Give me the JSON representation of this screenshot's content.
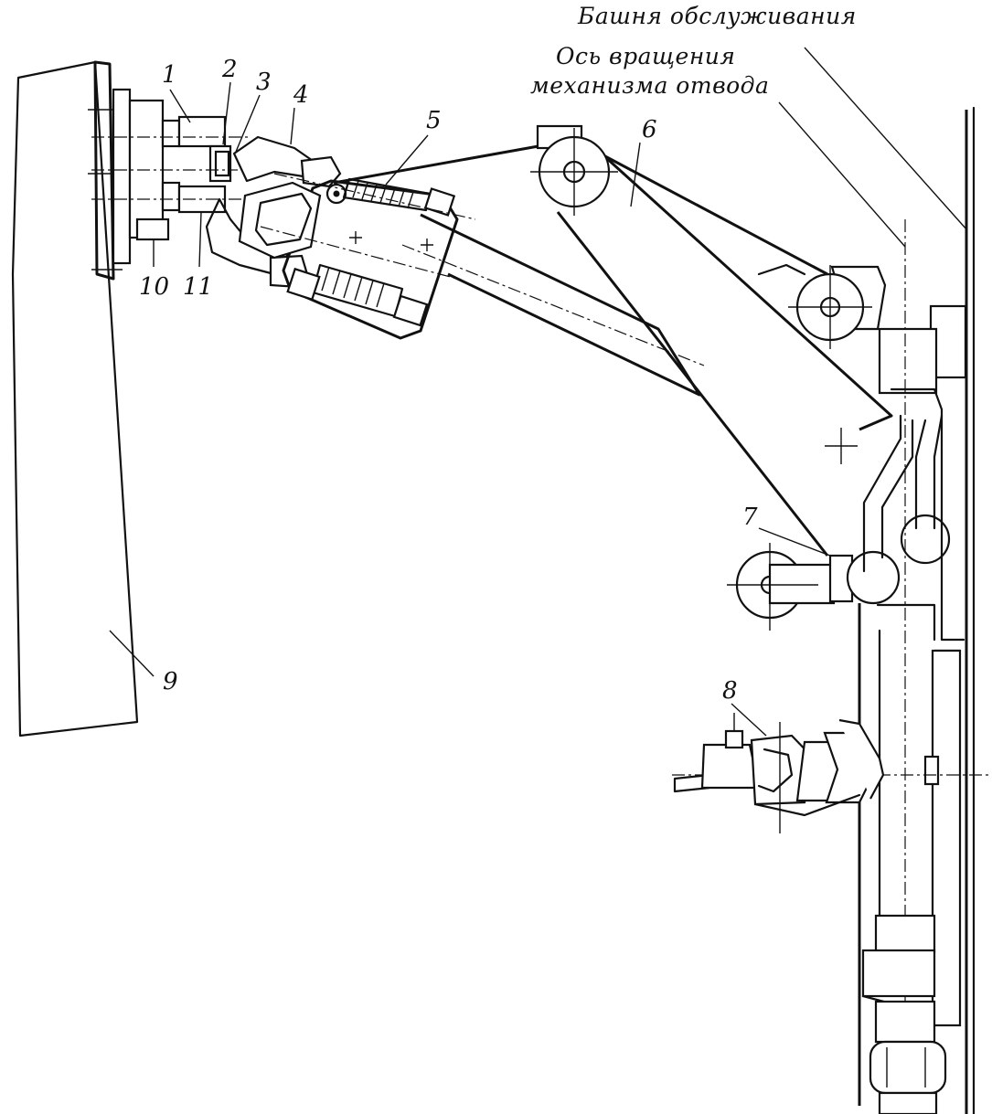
{
  "diagram": {
    "captions": {
      "tower": "Башня обслуживания",
      "axis_line1": "Ось вращения",
      "axis_line2": "механизма отвода"
    },
    "numbers": [
      "1",
      "2",
      "3",
      "4",
      "5",
      "6",
      "7",
      "8",
      "9",
      "10",
      "11"
    ]
  }
}
